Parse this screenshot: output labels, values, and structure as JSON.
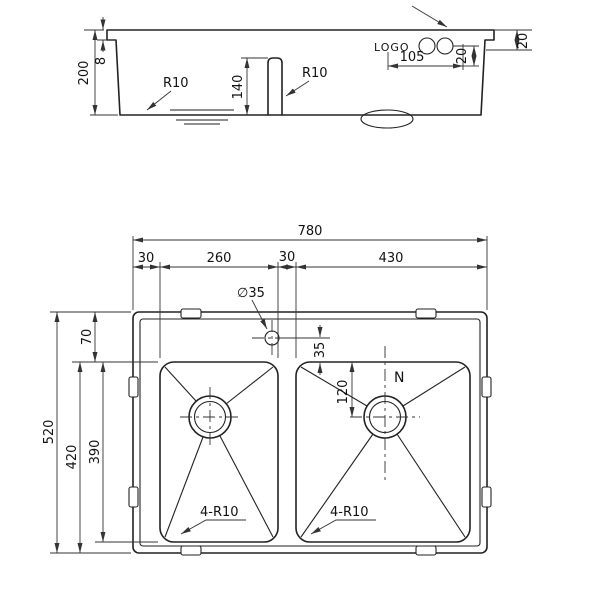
{
  "colors": {
    "background": "#ffffff",
    "line": "#222222",
    "dim": "#333333"
  },
  "side_view": {
    "logo": "LOGO",
    "dim_height": "200",
    "dim_flange": "8",
    "dim_divider_depth": "140",
    "radius_left": "R10",
    "radius_divider": "R10",
    "dim_hole_offset": "105",
    "dim_hole_down": "20",
    "dim_edge_down": "20"
  },
  "plan_view": {
    "dim_width": "780",
    "dim_left_margin": "30",
    "dim_left_bowl": "260",
    "dim_divider": "30",
    "dim_right_bowl": "430",
    "dim_hole_dia": "∅35",
    "dim_hole_inset": "35",
    "dim_top_margin": "70",
    "dim_depth": "520",
    "dim_inner_depth": "420",
    "dim_bowl_depth": "390",
    "dim_drain_offset": "120",
    "radius_left_bowl": "4-R10",
    "radius_right_bowl": "4-R10",
    "drain_mark": "N"
  }
}
